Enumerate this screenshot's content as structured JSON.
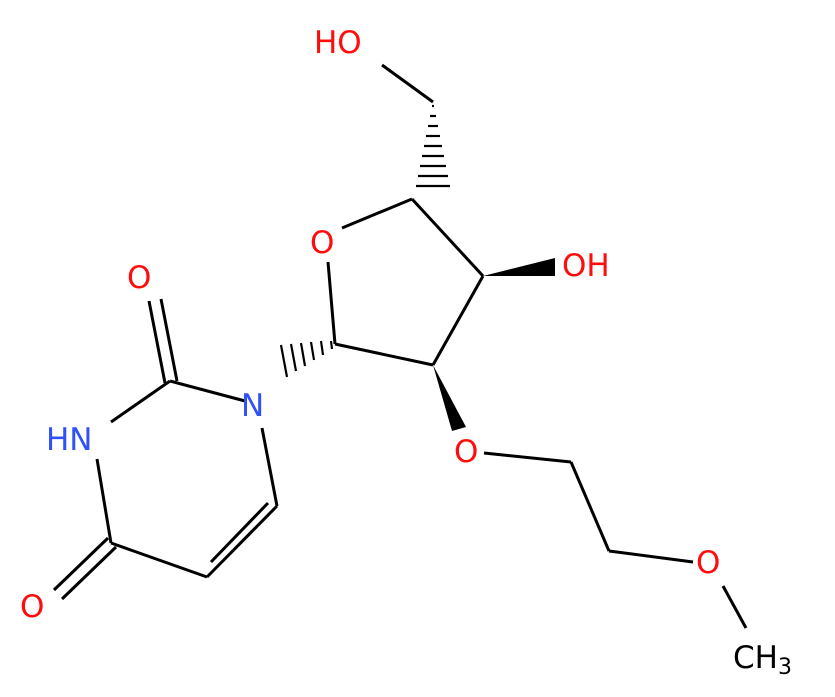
{
  "colors": {
    "bond": "#000000",
    "oxygen": "#ff0d0d",
    "nitrogen": "#3050f8",
    "carbon": "#000000"
  },
  "atoms": {
    "ho_top": "HO",
    "o_ring": "O",
    "oh_right": "OH",
    "o_carbonyl_top": "O",
    "n1": "N",
    "nh": "HN",
    "o_carbonyl_bottom": "O",
    "o_ether": "O",
    "o_methoxy": "O",
    "methyl": "CH",
    "methyl_subscript": "3"
  }
}
